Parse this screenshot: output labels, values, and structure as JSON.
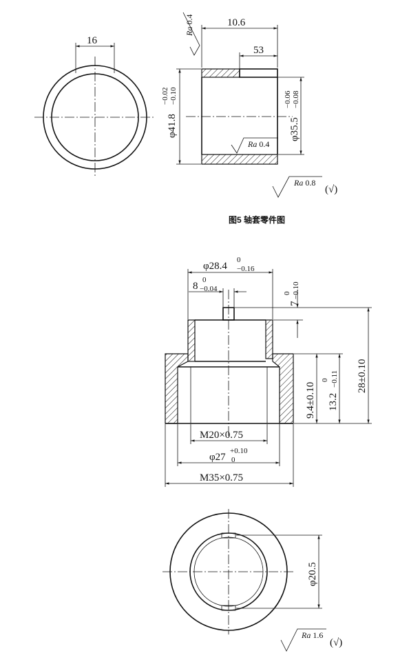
{
  "figure5": {
    "caption": "图5  轴套零件图",
    "dim_width": "10.6",
    "dim_chamfer": "53",
    "dim_slot": "16",
    "outer_dia": "φ41.8",
    "outer_dia_upper": "−0.02",
    "outer_dia_lower": "−0.10",
    "inner_dia": "φ35.5",
    "inner_dia_upper": "−0.06",
    "inner_dia_lower": "−0.08",
    "ra_top_sym": "Ra",
    "ra_top_val": "0.4",
    "ra_inner_sym": "Ra",
    "ra_inner_val": "0.4",
    "ra_general_sym": "Ra",
    "ra_general_val": "0.8",
    "ra_general_paren": "(√)"
  },
  "figure6": {
    "dia_top": "φ28.4",
    "dia_top_upper": "0",
    "dia_top_lower": "−0.16",
    "key_width": "8",
    "key_width_upper": "0",
    "key_width_lower": "−0.04",
    "key_height": "7",
    "key_height_upper": "0",
    "key_height_lower": "−0.10",
    "total_height": "28±0.10",
    "height_a": "9.4±0.10",
    "height_b": "13.2",
    "height_b_upper": "0",
    "height_b_lower": "−0.11",
    "thread_inner": "M20×0.75",
    "bore": "φ27",
    "bore_upper": "+0.10",
    "bore_lower": "0",
    "thread_outer": "M35×0.75",
    "bottom_dia": "φ20.5",
    "ra_general_sym": "Ra",
    "ra_general_val": "1.6",
    "ra_general_paren": "(√)"
  }
}
